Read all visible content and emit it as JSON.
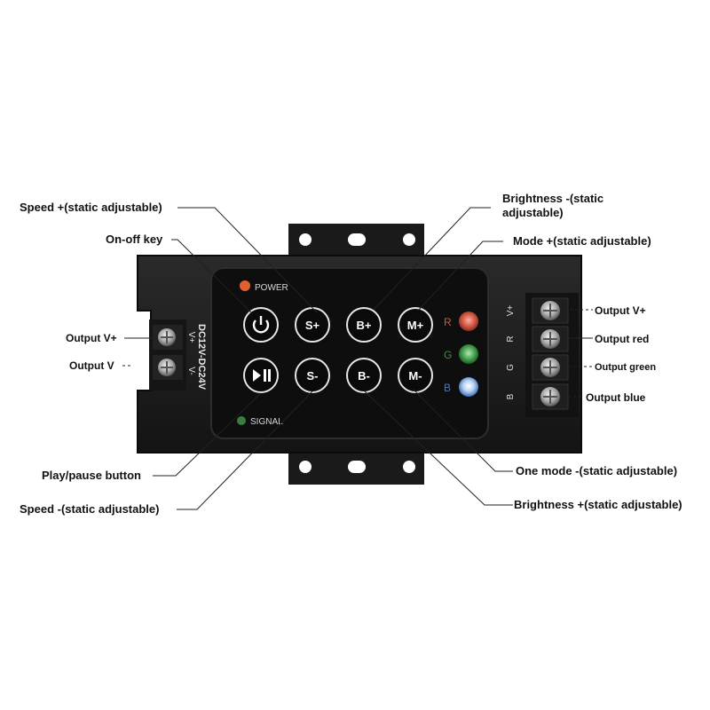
{
  "device": {
    "power_label": "POWER",
    "signal_label": "SIGNAL",
    "voltage_label": "DC12V-DC24V",
    "left_terminal_labels": [
      "V+",
      "V-"
    ],
    "right_terminal_labels": [
      "V+",
      "R",
      "G",
      "B"
    ],
    "led_labels": [
      "R",
      "G",
      "B"
    ],
    "buttons_top": [
      "S+",
      "B+",
      "M+"
    ],
    "buttons_bottom": [
      "S-",
      "B-",
      "M-"
    ],
    "colors": {
      "body": "#1c1c1c",
      "panel": "#0d0d0d",
      "led_red": "#e8553f",
      "led_green": "#39b54a",
      "led_blue": "#3b7fd6"
    }
  },
  "callouts": {
    "speed_plus": "Speed +(static adjustable)",
    "on_off": "On-off key",
    "brightness_minus_1": "Brightness -(static",
    "brightness_minus_2": "adjustable)",
    "mode_plus": "Mode +(static adjustable)",
    "output_vplus_left": "Output V+",
    "output_v_left": "Output V",
    "output_vplus_right": "Output V+",
    "output_red": "Output red",
    "output_green": "Output green",
    "output_blue": "Output blue",
    "play_pause": "Play/pause button",
    "speed_minus": "Speed -(static adjustable)",
    "one_mode_minus": "One mode -(static adjustable)",
    "brightness_plus": "Brightness +(static adjustable)"
  }
}
